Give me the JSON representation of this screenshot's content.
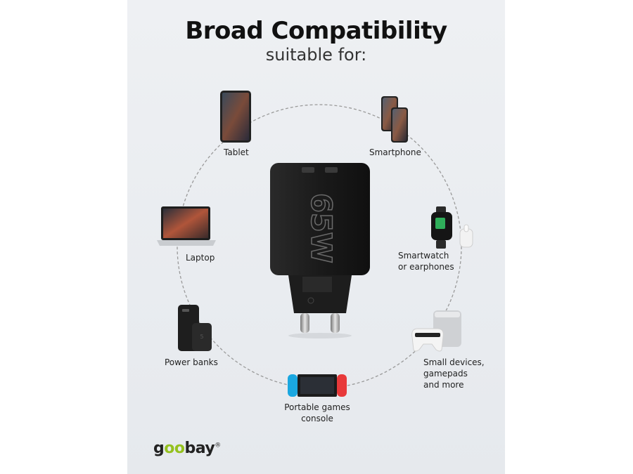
{
  "heading": {
    "title": "Broad Compatibility",
    "subtitle": "suitable for:"
  },
  "charger": {
    "wattage": "65W"
  },
  "devices": {
    "tablet": "Tablet",
    "smartphone": "Smartphone",
    "laptop": "Laptop",
    "smartwatch_line1": "Smartwatch",
    "smartwatch_line2": "or earphones",
    "power_banks": "Power banks",
    "small_line1": "Small devices,",
    "small_line2": "gamepads",
    "small_line3": "and more",
    "console_line1": "Portable games",
    "console_line2": "console"
  },
  "brand": {
    "prefix": "g",
    "oo": "oo",
    "suffix": "bay",
    "mark": "®"
  },
  "colors": {
    "brand_green": "#95c11f",
    "charger": "#1b1b1b",
    "ring": "#9a9a9a"
  }
}
